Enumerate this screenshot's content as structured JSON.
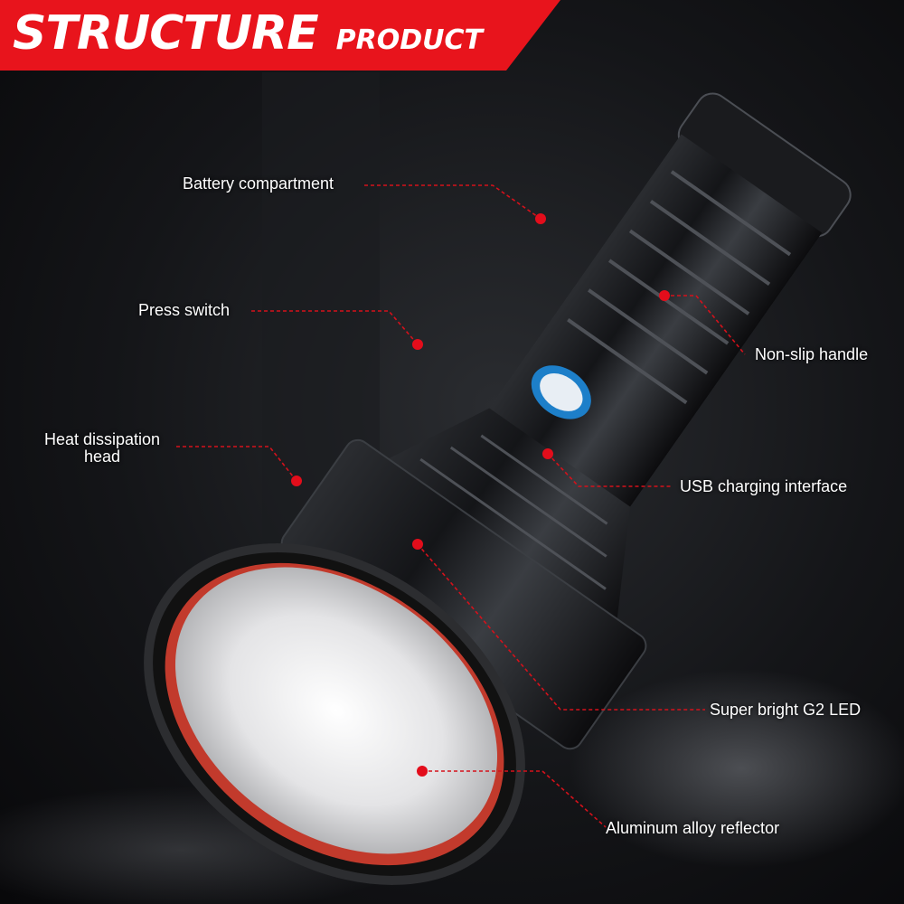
{
  "banner": {
    "title": "STRUCTURE",
    "subtitle": "PRODUCT"
  },
  "colors": {
    "banner_red": "#e8141c",
    "leader_red": "#d5111b",
    "dot_red": "#e30d1b",
    "label_text": "#ffffff",
    "button_blue": "#1d7fc9"
  },
  "callouts": [
    {
      "id": "battery-compartment",
      "label": "Battery compartment"
    },
    {
      "id": "press-switch",
      "label": "Press switch"
    },
    {
      "id": "heat-dissipation-head",
      "label": "Heat dissipation head"
    },
    {
      "id": "non-slip-handle",
      "label": "Non-slip handle"
    },
    {
      "id": "usb-charging-interface",
      "label": "USB charging interface"
    },
    {
      "id": "super-bright-g2-led",
      "label": "Super bright G2 LED"
    },
    {
      "id": "aluminum-alloy-reflector",
      "label": "Aluminum alloy reflector"
    }
  ]
}
